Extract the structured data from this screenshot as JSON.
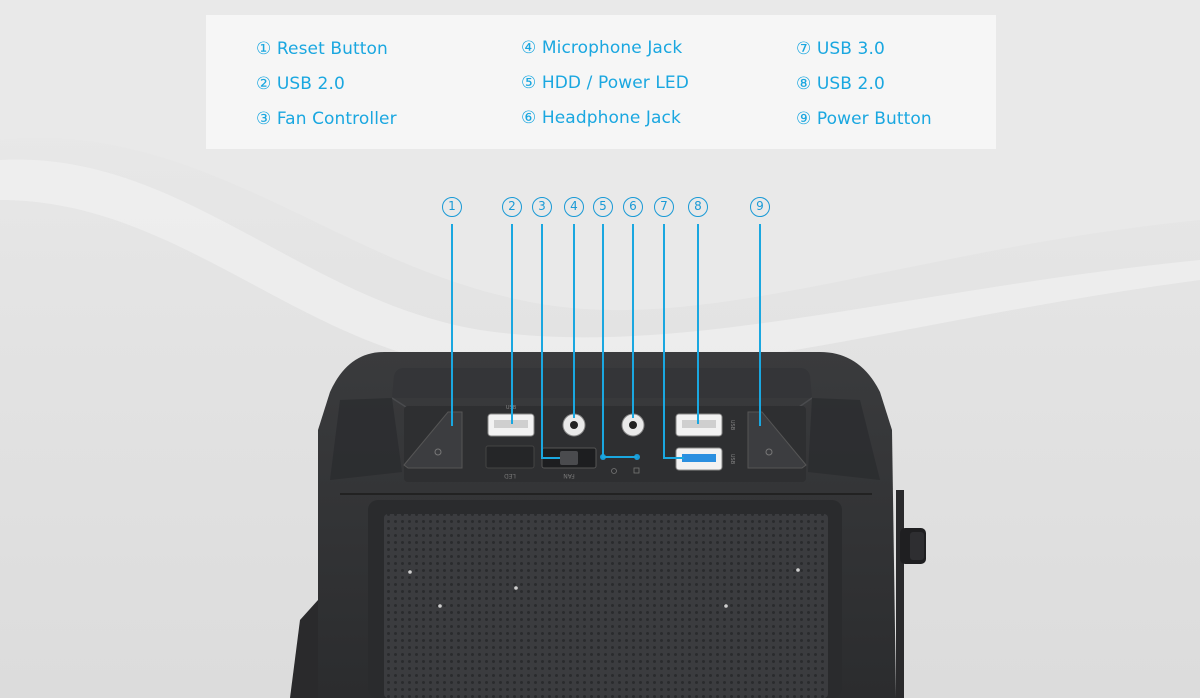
{
  "legend": [
    {
      "marker": "①",
      "label": "Reset Button"
    },
    {
      "marker": "②",
      "label": "USB 2.0"
    },
    {
      "marker": "③",
      "label": "Fan Controller"
    },
    {
      "marker": "④",
      "label": "Microphone Jack"
    },
    {
      "marker": "⑤",
      "label": "HDD / Power LED"
    },
    {
      "marker": "⑥",
      "label": "Headphone Jack"
    },
    {
      "marker": "⑦",
      "label": "USB 3.0"
    },
    {
      "marker": "⑧",
      "label": "USB 2.0"
    },
    {
      "marker": "⑨",
      "label": "Power Button"
    }
  ],
  "callouts": [
    "1",
    "2",
    "3",
    "4",
    "5",
    "6",
    "7",
    "8",
    "9"
  ],
  "panel_labels": {
    "usb_left": "USB",
    "usb_right_top": "USB",
    "usb_right_bottom": "USB",
    "led": "LED",
    "fan": "FAN"
  },
  "colors": {
    "accent": "#1aa7e0",
    "case_body": "#2f3032",
    "case_panel": "#3a3b3e",
    "usb3_blue": "#2a8fe0",
    "background": "#e6e6e6"
  }
}
